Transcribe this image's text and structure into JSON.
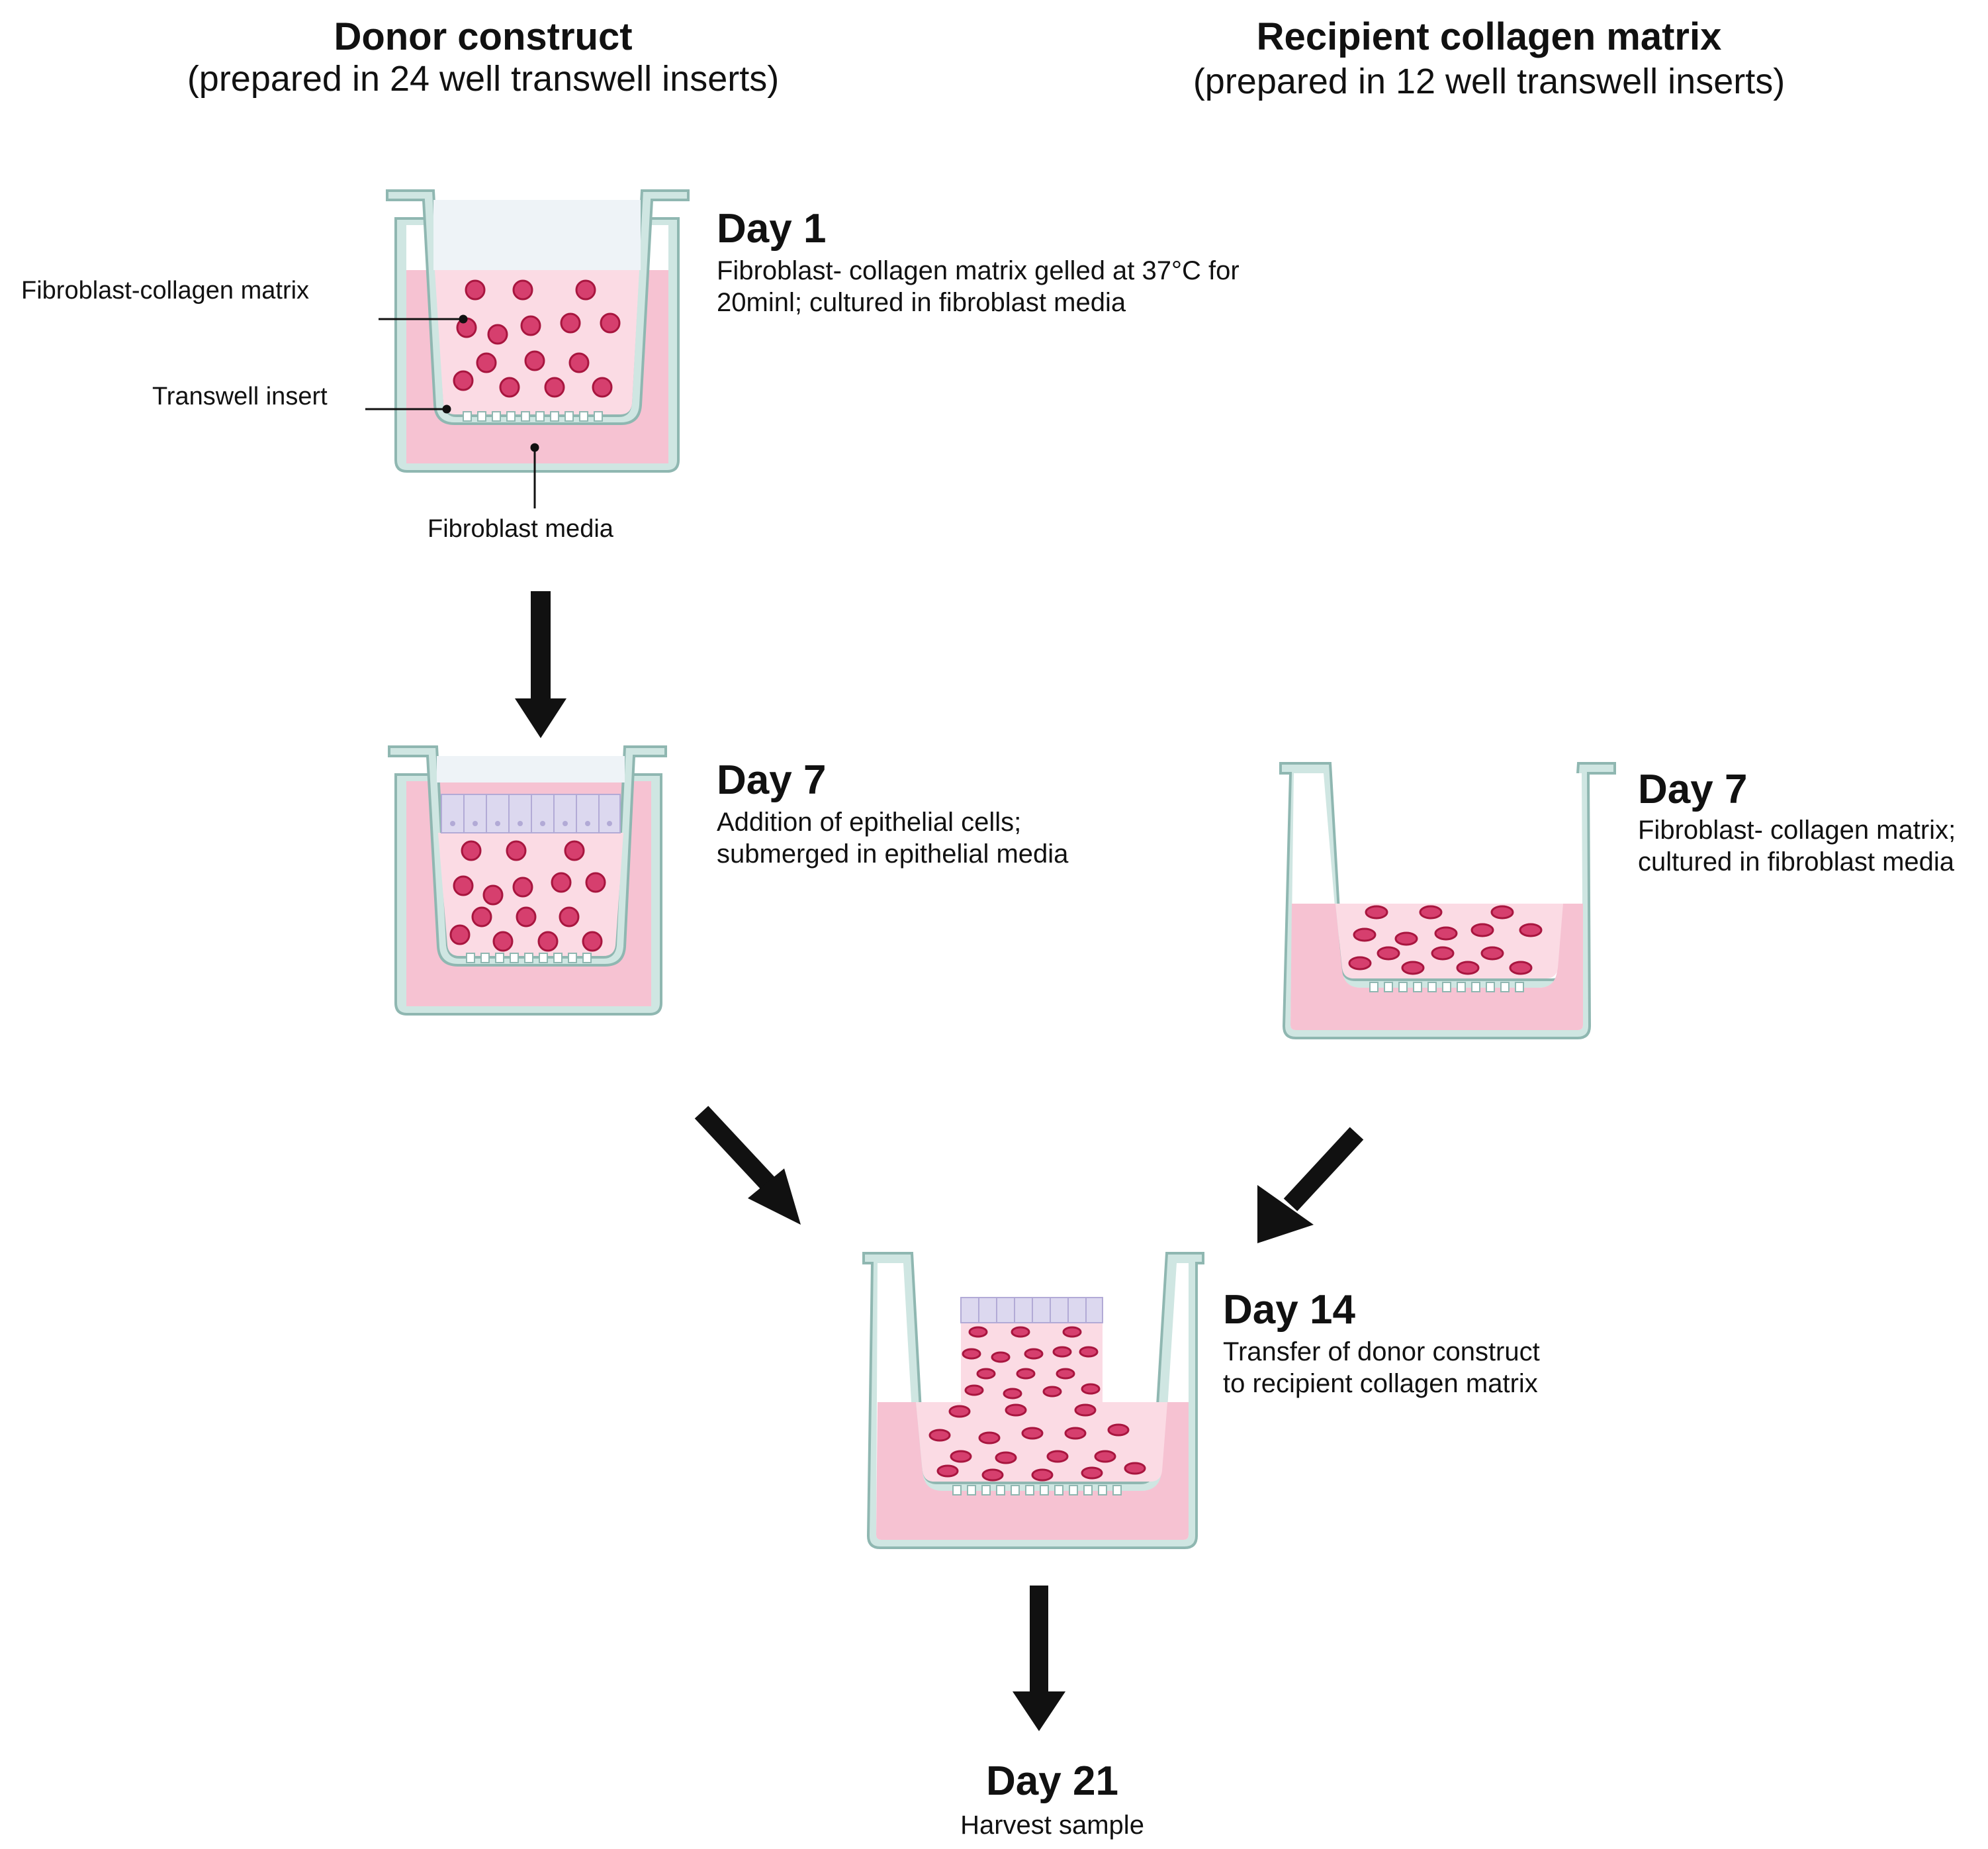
{
  "headers": {
    "donor": {
      "title": "Donor construct",
      "subtitle": "(prepared in 24 well transwell inserts)"
    },
    "recipient": {
      "title": "Recipient collagen matrix",
      "subtitle": "(prepared in 12 well transwell inserts)"
    }
  },
  "steps": {
    "day1": {
      "title": "Day 1",
      "lines": [
        "Fibroblast- collagen matrix gelled at 37°C for",
        "20minl; cultured in fibroblast media"
      ]
    },
    "day7_donor": {
      "title": "Day 7",
      "lines": [
        "Addition of epithelial cells;",
        "submerged in epithelial media"
      ]
    },
    "day7_recipient": {
      "title": "Day 7",
      "lines": [
        "Fibroblast- collagen matrix;",
        "cultured in fibroblast media"
      ]
    },
    "day14": {
      "title": "Day 14",
      "lines": [
        "Transfer of donor construct",
        "to recipient collagen matrix"
      ]
    },
    "day21": {
      "title": "Day 21",
      "lines": [
        "Harvest sample"
      ]
    }
  },
  "labels": {
    "matrix": "Fibroblast-collagen matrix",
    "insert": "Transwell insert",
    "media": "Fibroblast media"
  },
  "colors": {
    "wall": "#cfe6e2",
    "wall_stroke": "#8fb7b1",
    "media": "#f6c2d2",
    "matrix": "#fbdbe4",
    "cell": "#d63f6e",
    "cell_core": "#a8163f",
    "epithelium": "#dcd8ef",
    "arrow": "#111111"
  }
}
